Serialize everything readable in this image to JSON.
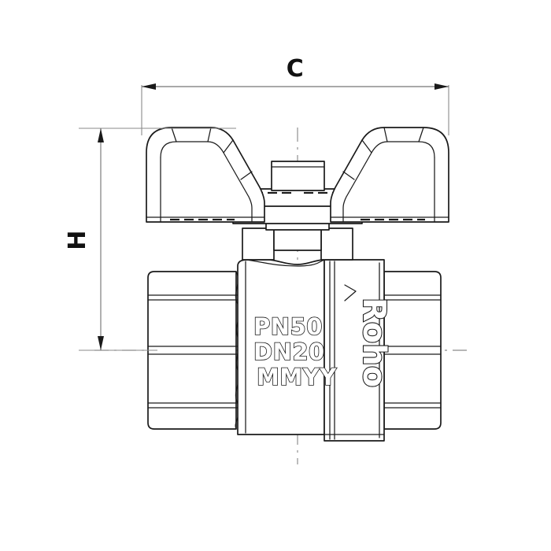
{
  "drawing": {
    "title": "Ball valve with butterfly handle - dimensioned technical drawing",
    "background_color": "#ffffff",
    "line_color": "#1a1a1a",
    "dimension_line_color": "#767676",
    "centerline_color": "#8a8a8a",
    "text_color": "#111111"
  },
  "dimensions": {
    "width_label": "C",
    "height_label": "H"
  },
  "body_markings": {
    "line1": "PN50",
    "line2": "DN20",
    "line3": "MMYY",
    "brand": "Roho"
  },
  "parts": {
    "handle_left": "left-handle-wing",
    "handle_right": "right-handle-wing",
    "stem_nut": "stem-nut",
    "gland": "gland-plate",
    "body": "valve-body",
    "union_nut": "union-nut",
    "port_left": "left-port-end",
    "port_right": "right-port-end"
  }
}
